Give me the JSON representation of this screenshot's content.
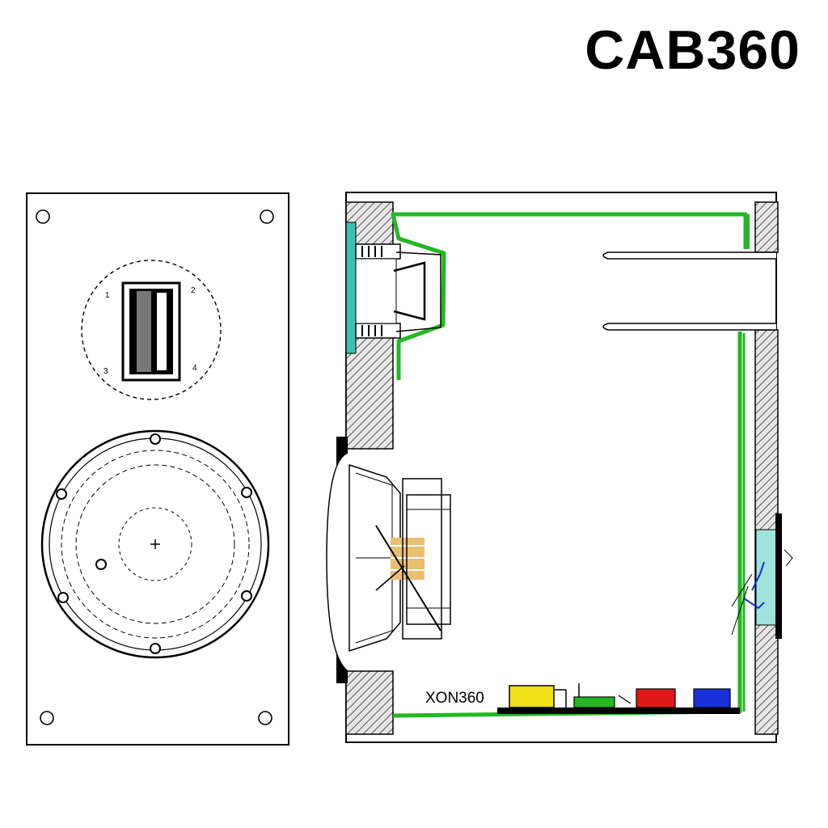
{
  "title": "CAB360",
  "labels": {
    "crossover": "XON360"
  },
  "colors": {
    "lining": "#22b822",
    "baffle_edge": "#3cbfb4",
    "crossover_yellow": "#f0e018",
    "crossover_green": "#22b822",
    "crossover_red": "#e01818",
    "crossover_blue": "#1830d8",
    "hatch": "#555555"
  },
  "icons": {
    "front_view": "speaker-front-view",
    "section_view": "speaker-section-view"
  }
}
